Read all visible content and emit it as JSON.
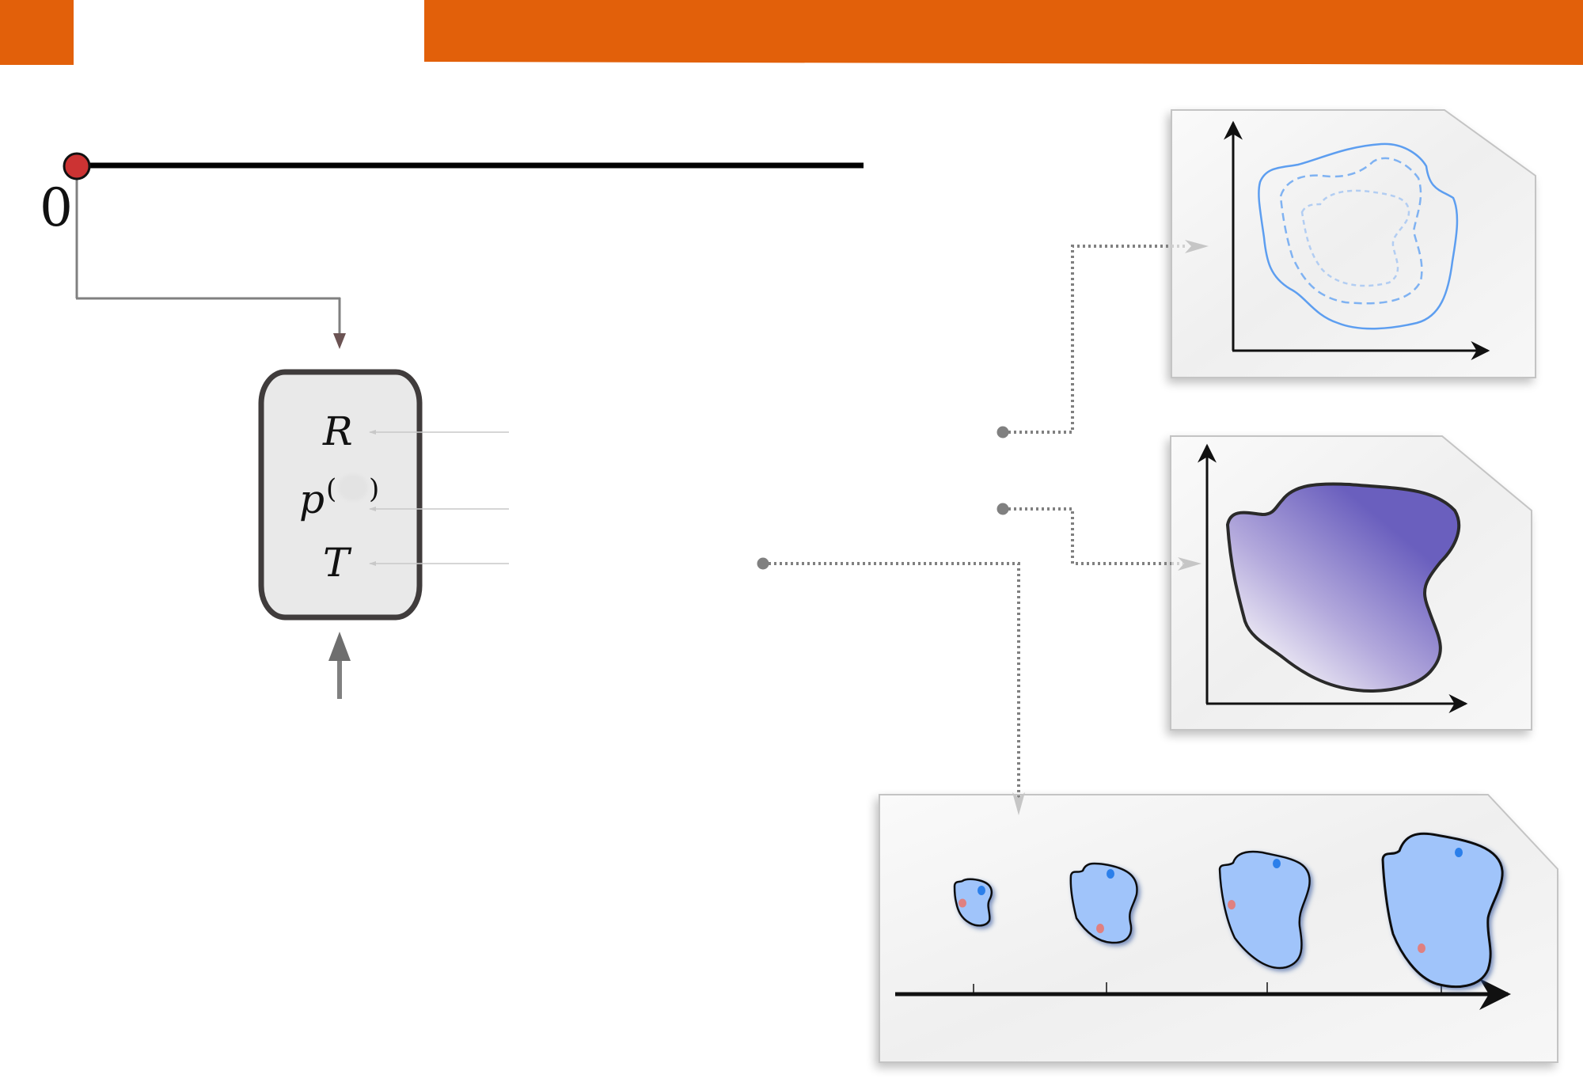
{
  "colors": {
    "accent_orange": "#E2600A",
    "timeline_marker": "#CC3333",
    "connector_gray": "#808080",
    "box_fill": "#E9E9E9",
    "box_border": "#403C3C",
    "panel_fill": "#F2F2F2",
    "contour_blue": "#5D9EF0",
    "density_purple": "#6A5FBE",
    "blob_fill": "#A0C4FA",
    "blob_dot_blue": "#2B7FEA",
    "blob_dot_red": "#E08080"
  },
  "timeline": {
    "start_label": "0",
    "marker": "start-marker"
  },
  "state_box": {
    "symbols": [
      "R",
      "p",
      "T"
    ],
    "p_paren_open": "(",
    "p_paren_close": ")"
  },
  "panels": [
    {
      "name": "contour-plot-panel",
      "kind": "contours",
      "contour_levels": 3
    },
    {
      "name": "density-plot-panel",
      "kind": "filled-density"
    },
    {
      "name": "evolution-panel",
      "kind": "growing-regions",
      "stages": 4
    }
  ],
  "icons": {
    "timeline_marker": "circle",
    "connector_endpoint": "filled-circle",
    "arrow": "arrowhead"
  }
}
